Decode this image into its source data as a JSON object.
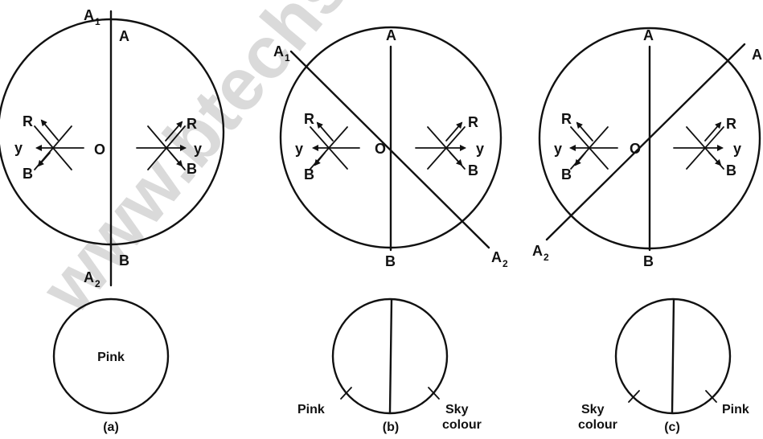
{
  "watermark": "www.btechsandhi",
  "labels": {
    "A": "A",
    "B": "B",
    "O": "O",
    "R": "R",
    "Y": "y",
    "A1": "A",
    "A2": "A",
    "sub1": "1",
    "sub2": "2"
  },
  "colors": {
    "pink": "Pink",
    "sky_line1": "Sky",
    "sky_line2": "colour"
  },
  "captions": [
    "(a)",
    "(b)",
    "(c)"
  ]
}
